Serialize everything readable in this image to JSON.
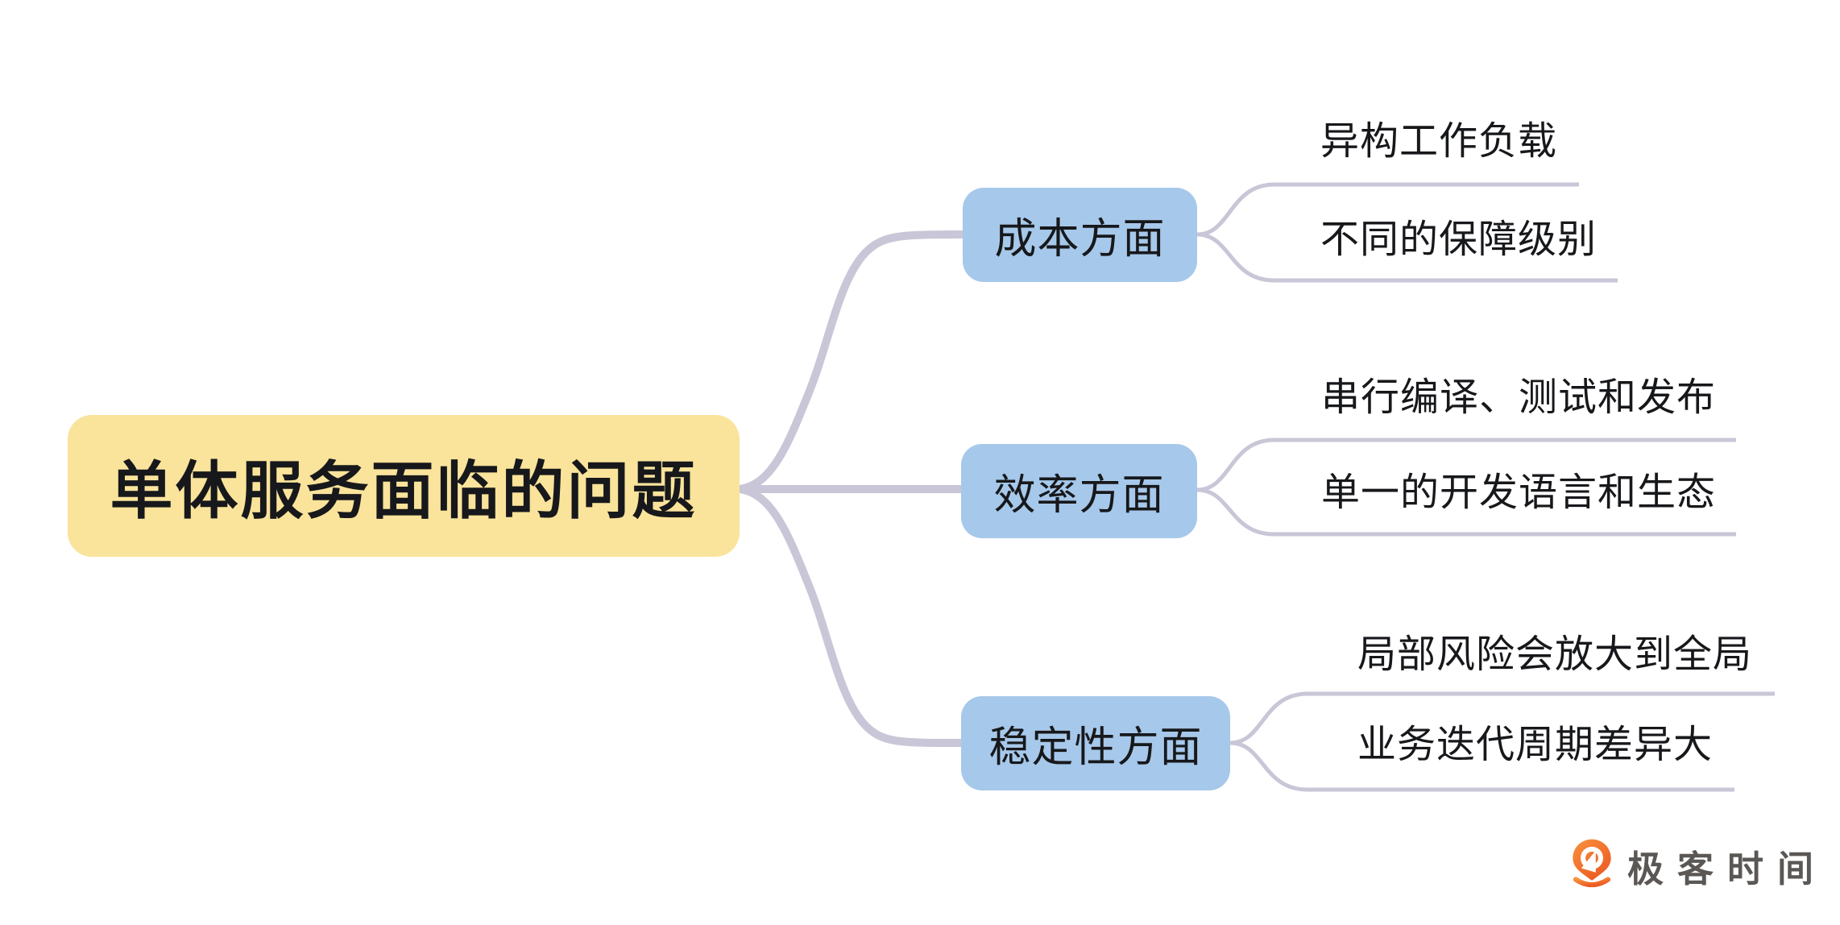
{
  "root": {
    "label": "单体服务面临的问题"
  },
  "branches": [
    {
      "label": "成本方面",
      "leaves": [
        "异构工作负载",
        "不同的保障级别"
      ]
    },
    {
      "label": "效率方面",
      "leaves": [
        "串行编译、测试和发布",
        "单一的开发语言和生态"
      ]
    },
    {
      "label": "稳定性方面",
      "leaves": [
        "局部风险会放大到全局",
        "业务迭代周期差异大"
      ]
    }
  ],
  "logo": {
    "text": "极客时间"
  },
  "colors": {
    "root_fill": "#FAE39B",
    "branch_fill": "#A6C8EA",
    "line": "#C9C6D7",
    "text": "#17181B",
    "logo_text": "#5A5755",
    "logo_orange_1": "#F8913E",
    "logo_orange_2": "#EC5B23"
  }
}
